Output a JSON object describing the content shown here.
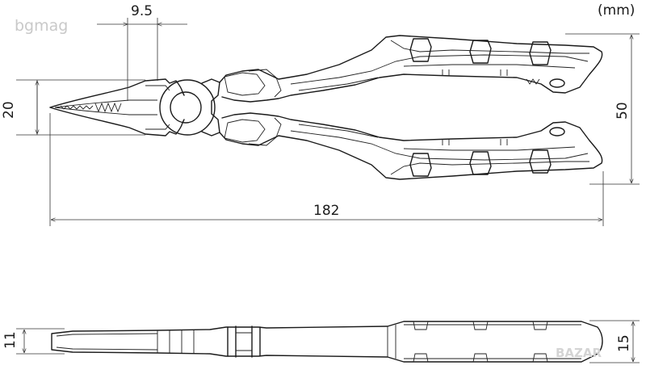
{
  "unit_label": "(mm)",
  "watermark": "bgmag",
  "watermark_corner": "BAZAR",
  "dimensions": {
    "jaw_width": "9.5",
    "head_height": "20",
    "total_length": "182",
    "handle_span": "50",
    "side_head_thickness": "11",
    "side_handle_thickness": "15"
  }
}
